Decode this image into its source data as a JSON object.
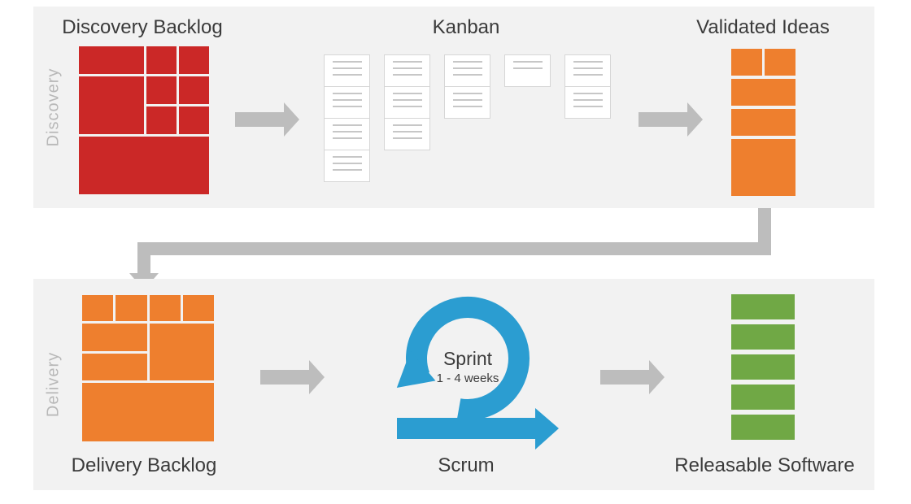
{
  "colors": {
    "red": "#cb2827",
    "orange": "#ee7f2e",
    "green": "#70a845",
    "blue": "#2b9dd1",
    "arrow_gray": "#bdbdbd",
    "band_bg": "#f2f2f2",
    "title_text": "#3b3b3b",
    "side_label_text": "#b8b8b8",
    "card_bg": "#ffffff",
    "card_border": "#d6d6d6",
    "card_line": "#c7c7c7"
  },
  "discovery_row": {
    "side_label": "Discovery",
    "titles": {
      "backlog": "Discovery Backlog",
      "kanban": "Kanban",
      "validated": "Validated Ideas"
    }
  },
  "delivery_row": {
    "side_label": "Delivery",
    "titles": {
      "backlog": "Delivery Backlog",
      "scrum": "Scrum",
      "releasable": "Releasable Software"
    }
  },
  "scrum": {
    "sprint": "Sprint",
    "weeks": "1 - 4 weeks"
  },
  "discovery_backlog": {
    "color": "red",
    "cells": [
      {
        "r": 1,
        "c": 1
      },
      {
        "r": 1,
        "c": 2
      },
      {
        "r": 1,
        "c": 3
      },
      {
        "r": 2,
        "c": 1,
        "rs": 2
      },
      {
        "r": 2,
        "c": 2
      },
      {
        "r": 2,
        "c": 3
      },
      {
        "r": 3,
        "c": 2
      },
      {
        "r": 3,
        "c": 3
      },
      {
        "r": 4,
        "c": 1,
        "cs": 3
      }
    ]
  },
  "delivery_backlog": {
    "color": "orange",
    "cells": [
      {
        "r": 1,
        "c": 1
      },
      {
        "r": 1,
        "c": 2
      },
      {
        "r": 1,
        "c": 3
      },
      {
        "r": 1,
        "c": 4
      },
      {
        "r": 2,
        "c": 1,
        "cs": 2
      },
      {
        "r": 2,
        "c": 3,
        "cs": 2,
        "rs": 2
      },
      {
        "r": 3,
        "c": 1,
        "cs": 2
      },
      {
        "r": 4,
        "c": 1,
        "cs": 4
      }
    ]
  },
  "kanban": {
    "columns": [
      [
        3,
        3,
        3,
        3
      ],
      [
        3,
        3,
        3
      ],
      [
        3,
        3
      ],
      [
        2
      ],
      [
        3,
        3
      ]
    ]
  },
  "validated_ideas": {
    "color": "orange",
    "gap": 4,
    "rows": [
      {
        "h": 33,
        "cells": 2
      },
      {
        "h": 33
      },
      {
        "h": 33
      },
      {
        "h": 70
      }
    ]
  },
  "releasable_software": {
    "color": "green",
    "gap": 6,
    "rows": [
      {
        "h": 31
      },
      {
        "h": 31
      },
      {
        "h": 31
      },
      {
        "h": 31
      },
      {
        "h": 31
      }
    ]
  }
}
